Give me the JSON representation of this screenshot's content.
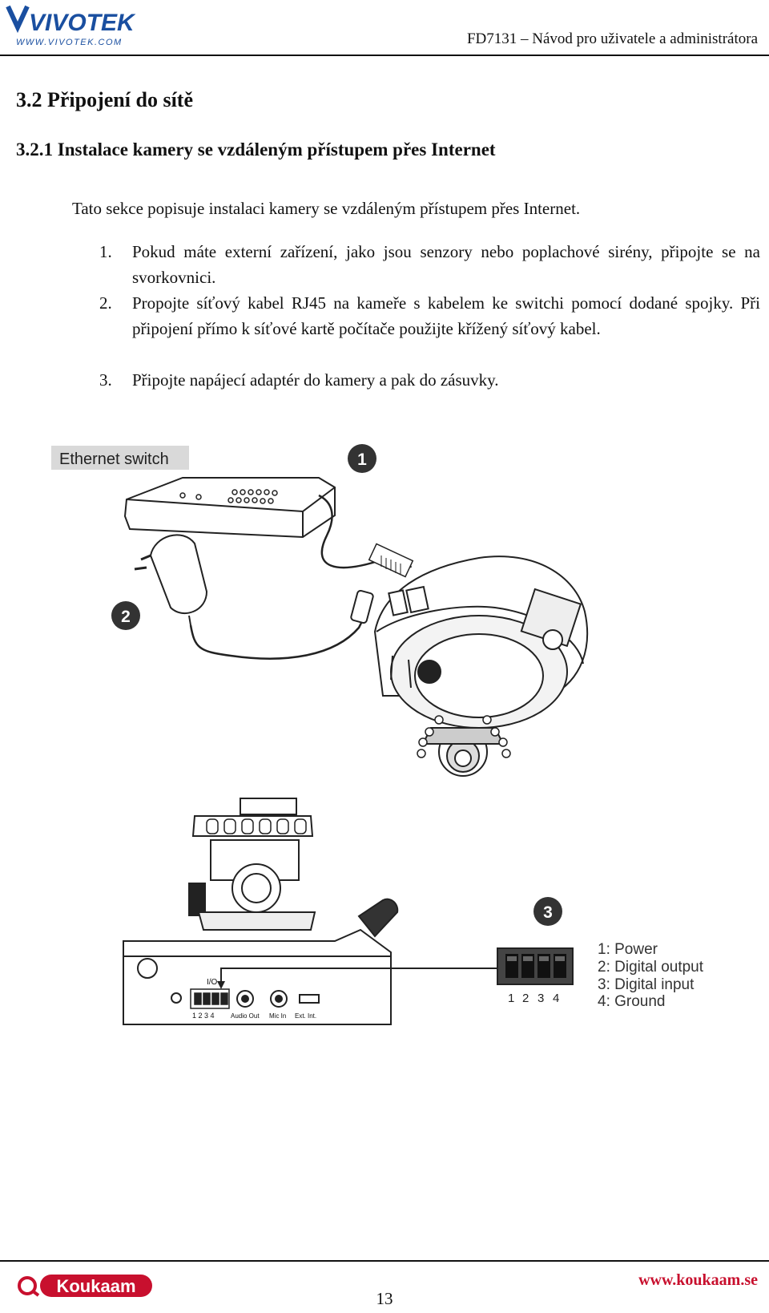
{
  "header": {
    "logo_text": "VIVOTEK",
    "logo_url": "WWW.VIVOTEK.COM",
    "doc_title": "FD7131 – Návod pro uživatele a administrátora"
  },
  "section": {
    "title": "3.2 Připojení do sítě",
    "subtitle": "3.2.1 Instalace kamery se vzdáleným přístupem přes Internet"
  },
  "intro": "Tato sekce popisuje instalaci kamery se vzdáleným přístupem přes Internet.",
  "steps": [
    {
      "num": "1.",
      "text": "Pokud máte externí zařízení, jako jsou senzory nebo poplachové sirény, připojte se na svorkovnici."
    },
    {
      "num": "2.",
      "text": "Propojte síťový kabel RJ45 na kameře s kabelem ke switchi pomocí dodané spojky. Při připojení přímo k síťové kartě počítače použijte křížený síťový kabel."
    },
    {
      "num": "3.",
      "text": "Připojte napájecí adaptér do kamery a pak do zásuvky."
    }
  ],
  "figure": {
    "switch_label": "Ethernet switch",
    "badges": [
      "1",
      "2",
      "3"
    ],
    "io_label": "I/O",
    "io_pins": "1 2 3 4",
    "port_labels": [
      "Audio Out",
      "Mic In",
      "Ext. Int."
    ],
    "connector_pins": [
      "1",
      "2",
      "3",
      "4"
    ],
    "pin_legend": [
      "1: Power",
      "2: Digital output",
      "3: Digital input",
      "4: Ground"
    ]
  },
  "footer": {
    "brand": "Koukaam",
    "url": "www.koukaam.se",
    "page": "13"
  },
  "colors": {
    "accent": "#c8102e",
    "logo_blue": "#1a4fa0"
  }
}
